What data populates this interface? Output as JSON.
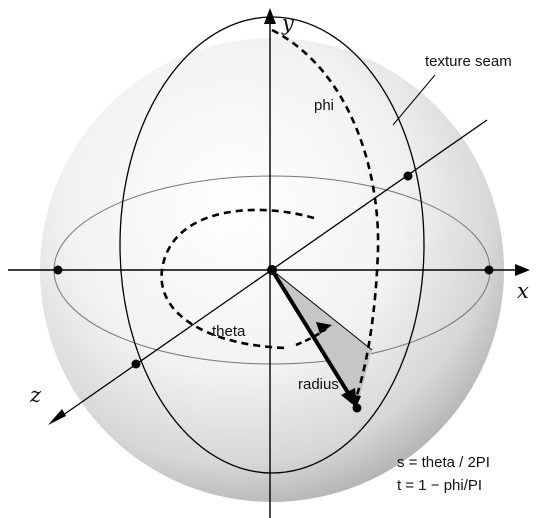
{
  "labels": {
    "y_axis": "y",
    "x_axis": "x",
    "z_axis": "z",
    "phi": "phi",
    "theta": "theta",
    "radius": "radius",
    "texture_seam": "texture seam"
  },
  "formulas": {
    "s": "s = theta / 2PI",
    "t": "t = 1 − phi/PI"
  },
  "colors": {
    "background": "#ffffff",
    "sphere_light": "#ffffff",
    "sphere_dark": "#b9b9b9",
    "line": "#000000",
    "wedge": "#b3b3b3"
  }
}
